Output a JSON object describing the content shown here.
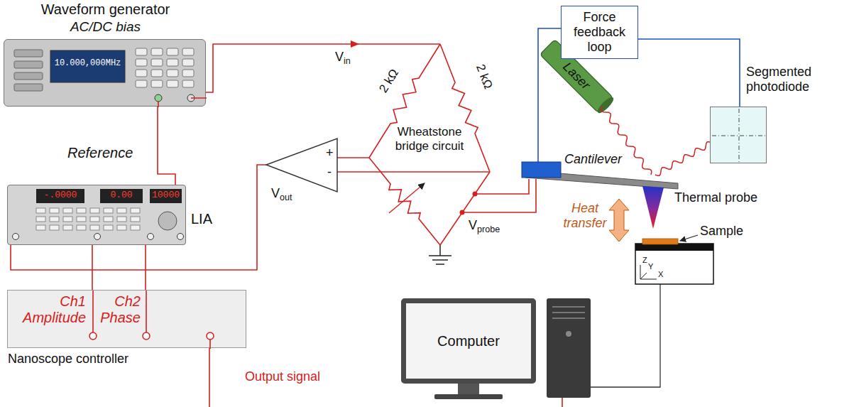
{
  "diagram": {
    "nodes": [
      {
        "text": [
          "Waveform generator",
          "AC/DC bias",
          "10.000,000MHz"
        ]
      },
      {
        "text": [
          "LIA",
          "-.0000",
          "0.00",
          "10000"
        ]
      },
      {
        "text": [
          "Nanoscope controller",
          "Ch1 Amplitude",
          "Ch2 Phase"
        ]
      },
      {
        "text": [
          "Force feedback loop"
        ]
      },
      {
        "text": [
          "Segmented photodiode"
        ]
      },
      {
        "text": [
          "Computer"
        ]
      }
    ],
    "edges": [
      {
        "from": 0,
        "to": 1,
        "arrow": "none"
      },
      {
        "from": 1,
        "to": 2,
        "arrow": "none"
      },
      {
        "from": 1,
        "to": 2,
        "arrow": "none"
      },
      {
        "from": 3,
        "to": 4,
        "arrow": "none"
      }
    ],
    "labels": [
      "Reference",
      "Vin",
      "2 kΩ",
      "2 kΩ",
      "Wheatstone bridge circuit",
      "+",
      "-",
      "Vout",
      "Vprobe",
      "Laser",
      "Cantilever",
      "Thermal probe",
      "Heat transfer",
      "Sample",
      "Z",
      "Y",
      "X",
      "Output signal"
    ]
  }
}
